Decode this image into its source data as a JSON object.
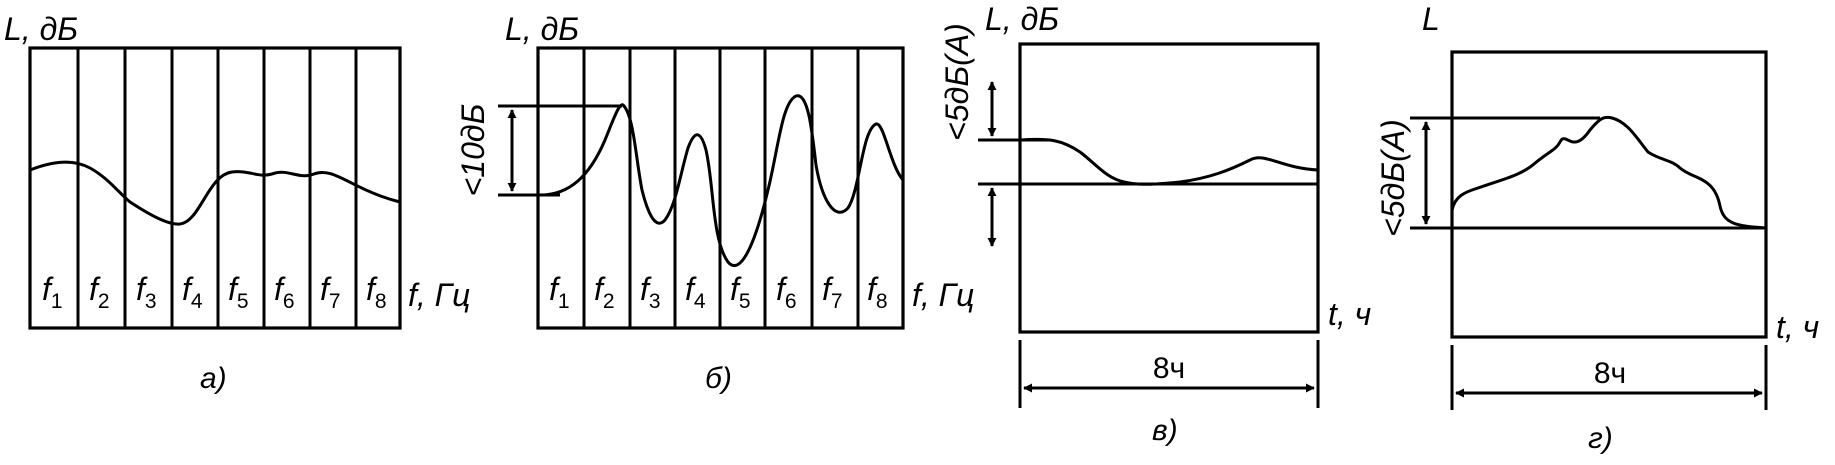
{
  "panels": {
    "a": {
      "y_label": "L, дБ",
      "x_label": "f, Гц",
      "caption": "а)",
      "bands": [
        "1",
        "2",
        "3",
        "4",
        "5",
        "6",
        "7",
        "8"
      ],
      "band_letter": "f"
    },
    "b": {
      "y_label": "L, дБ",
      "x_label": "f, Гц",
      "caption": "б)",
      "bands": [
        "1",
        "2",
        "3",
        "4",
        "5",
        "6",
        "7",
        "8"
      ],
      "band_letter": "f",
      "range_label": "<10дБ"
    },
    "v": {
      "y_label": "L, дБ",
      "x_label": "t, ч",
      "caption": "в)",
      "range_label": "<5дБ(А)",
      "duration_label": "8ч"
    },
    "g": {
      "y_label": "L",
      "x_label": "t, ч",
      "caption": "г)",
      "range_label": "<5дБ(А)",
      "duration_label": "8ч"
    }
  }
}
